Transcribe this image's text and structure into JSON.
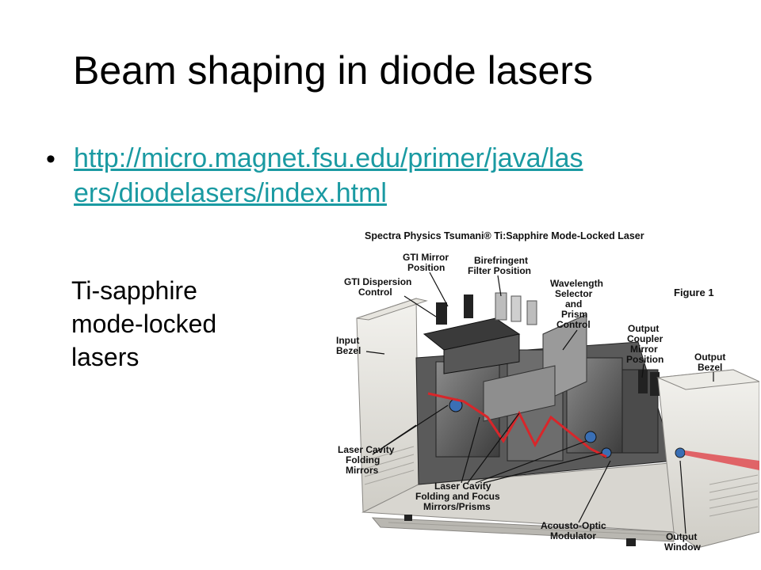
{
  "slide": {
    "title": "Beam shaping in diode lasers",
    "bullet_symbol": "•",
    "link_text": "http://micro.magnet.fsu.edu/primer/java/las\ners/diodelasers/index.html",
    "link_color": "#1a9aa2",
    "caption": "Ti-sapphire\nmode-locked\nlasers"
  },
  "figure": {
    "heading": "Spectra Physics Tsumani® Ti:Sapphire Mode-Locked Laser",
    "figure_label": "Figure 1",
    "labels": {
      "gti_mirror_1": "GTI Mirror",
      "gti_mirror_2": "Position",
      "birefringent_1": "Birefringent",
      "birefringent_2": "Filter Position",
      "gti_dispersion_1": "GTI Dispersion",
      "gti_dispersion_2": "Control",
      "wavelength_1": "Wavelength",
      "wavelength_2": "Selector",
      "wavelength_3": "and",
      "wavelength_4": "Prism",
      "wavelength_5": "Control",
      "input_bezel_1": "Input",
      "input_bezel_2": "Bezel",
      "output_coupler_1": "Output",
      "output_coupler_2": "Coupler",
      "output_coupler_3": "Mirror",
      "output_coupler_4": "Position",
      "output_bezel_1": "Output",
      "output_bezel_2": "Bezel",
      "folding_mirrors_1": "Laser Cavity",
      "folding_mirrors_2": "Folding",
      "folding_mirrors_3": "Mirrors",
      "folding_focus_1": "Laser Cavity",
      "folding_focus_2": "Folding and Focus",
      "folding_focus_3": "Mirrors/Prisms",
      "acousto_1": "Acousto-Optic",
      "acousto_2": "Modulator",
      "output_window_1": "Output",
      "output_window_2": "Window"
    },
    "beam_color": "#d8262a"
  }
}
